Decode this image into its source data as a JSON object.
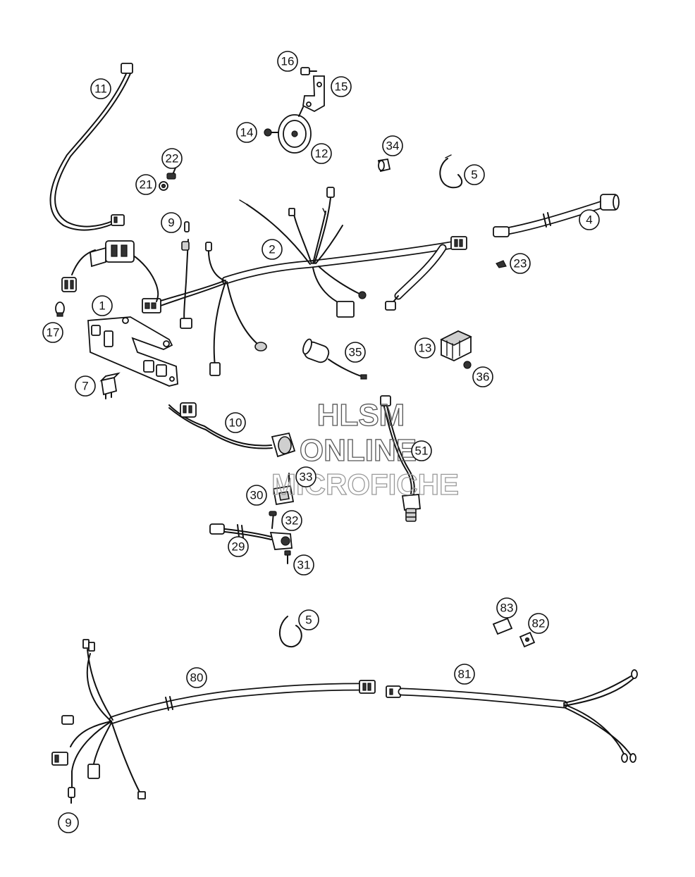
{
  "watermark": {
    "line1": "HLSM",
    "line2": "ONLINE",
    "line3": "MICROFICHE"
  },
  "callouts": {
    "c1": "1",
    "c2": "2",
    "c4": "4",
    "c5a": "5",
    "c5b": "5",
    "c7": "7",
    "c9a": "9",
    "c9b": "9",
    "c10": "10",
    "c11": "11",
    "c12": "12",
    "c13": "13",
    "c14": "14",
    "c15": "15",
    "c16": "16",
    "c17": "17",
    "c21": "21",
    "c22": "22",
    "c23": "23",
    "c29": "29",
    "c30": "30",
    "c31": "31",
    "c32": "32",
    "c33": "33",
    "c34": "34",
    "c35": "35",
    "c36": "36",
    "c51": "51",
    "c80": "80",
    "c81": "81",
    "c82": "82",
    "c83": "83"
  }
}
